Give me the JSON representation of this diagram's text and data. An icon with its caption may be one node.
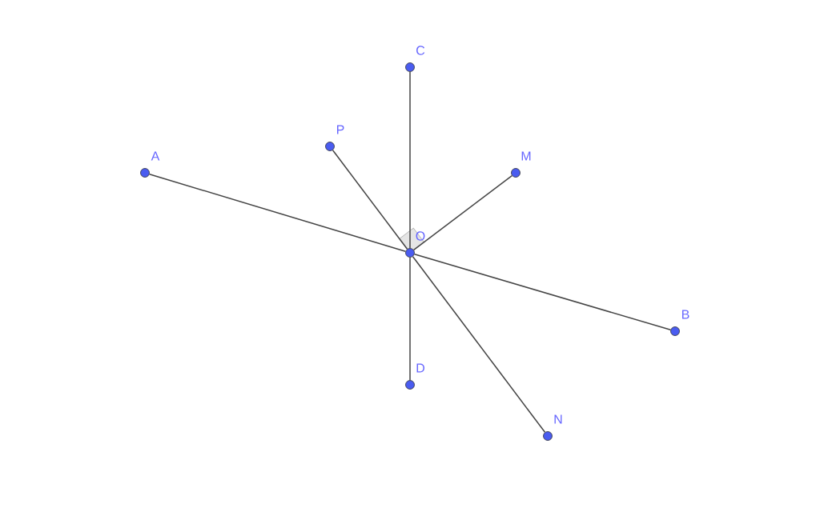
{
  "diagram": {
    "nodes": [
      {
        "text": [],
        "shape": "circle",
        "beside": [
          "C"
        ]
      },
      {
        "text": [],
        "shape": "circle",
        "beside": [
          "P"
        ]
      },
      {
        "text": [],
        "shape": "circle",
        "beside": [
          "A"
        ]
      },
      {
        "text": [],
        "shape": "circle",
        "beside": [
          "M"
        ]
      },
      {
        "text": [],
        "shape": "circle",
        "beside": [
          "O"
        ]
      },
      {
        "text": [],
        "shape": "circle",
        "beside": [
          "B"
        ]
      },
      {
        "text": [],
        "shape": "circle",
        "beside": [
          "D"
        ]
      },
      {
        "text": [],
        "shape": "circle",
        "beside": [
          "N"
        ]
      }
    ],
    "edges": [
      {
        "from": 2,
        "to": 4,
        "arrow": "none"
      },
      {
        "from": 4,
        "to": 5,
        "arrow": "none"
      },
      {
        "from": 0,
        "to": 4,
        "arrow": "none"
      },
      {
        "from": 4,
        "to": 6,
        "arrow": "none"
      },
      {
        "from": 1,
        "to": 4,
        "arrow": "none"
      },
      {
        "from": 4,
        "to": 7,
        "arrow": "none"
      },
      {
        "from": 4,
        "to": 3,
        "arrow": "none"
      }
    ]
  }
}
